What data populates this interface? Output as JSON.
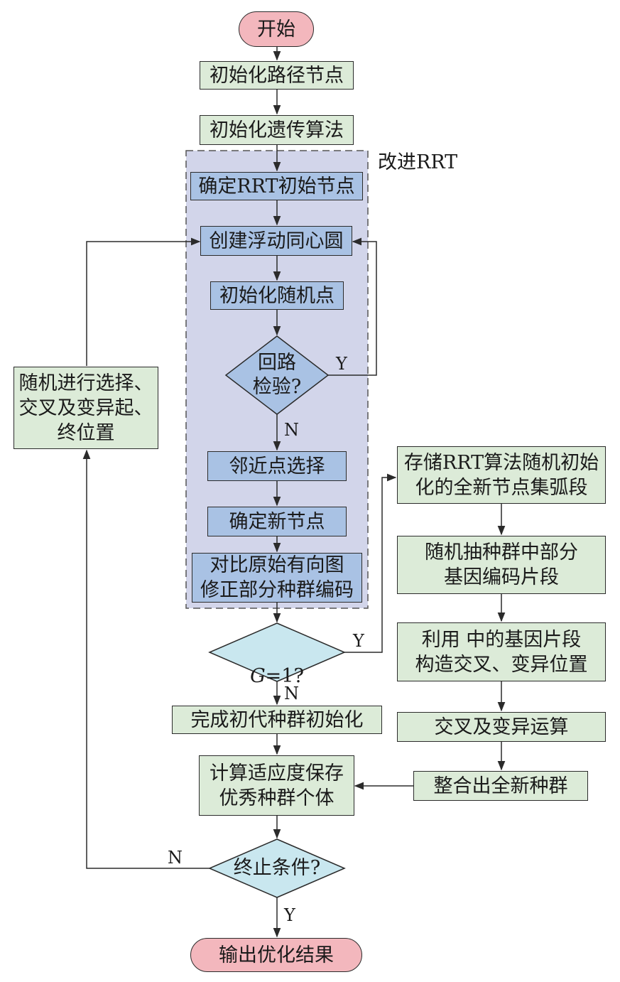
{
  "colors": {
    "process_fill": "#dcebd8",
    "rrt_step_fill": "#a9c2e4",
    "decision_fill": "#a9c2e4",
    "decision_fill_light": "#c9e7ef",
    "terminal_fill": "#f3b7bd",
    "region_fill": "#d2d5ea",
    "line": "#2b2b2b"
  },
  "region": {
    "label": "改进RRT"
  },
  "nodes": {
    "start": "开始",
    "init_path_nodes": "初始化路径节点",
    "init_ga": "初始化遗传算法",
    "rrt_init_node": "确定RRT初始节点",
    "floating_circle": "创建浮动同心圆",
    "init_random_point": "初始化随机点",
    "loop_check": "回路\n检验?",
    "neighbor_select": "邻近点选择",
    "new_node": "确定新节点",
    "compare_fix": "对比原始有向图\n修正部分种群编码",
    "g_check_prefix": "G",
    "g_check_suffix": "=1?",
    "population_done": "完成初代种群初始化",
    "fitness": "计算适应度保存\n优秀种群个体",
    "terminate_check": "终止条件?",
    "output": "输出优化结果",
    "select_cross_mutate": "随机进行选择、\n交叉及变异起、\n终位置",
    "store_arcs": "存储RRT算法随机初始\n化的全新节点集弧段",
    "extract_genes": "随机抽种群中部分\n基因编码片段",
    "build_positions": "利用 中的基因片段\n构造交叉、变异位置",
    "cross_mutate_op": "交叉及变异运算",
    "new_population": "整合出全新种群"
  },
  "edge_labels": {
    "loop_yes": "Y",
    "loop_no": "N",
    "g_yes": "Y",
    "g_no": "N",
    "terminate_no": "N",
    "terminate_yes": "Y"
  }
}
